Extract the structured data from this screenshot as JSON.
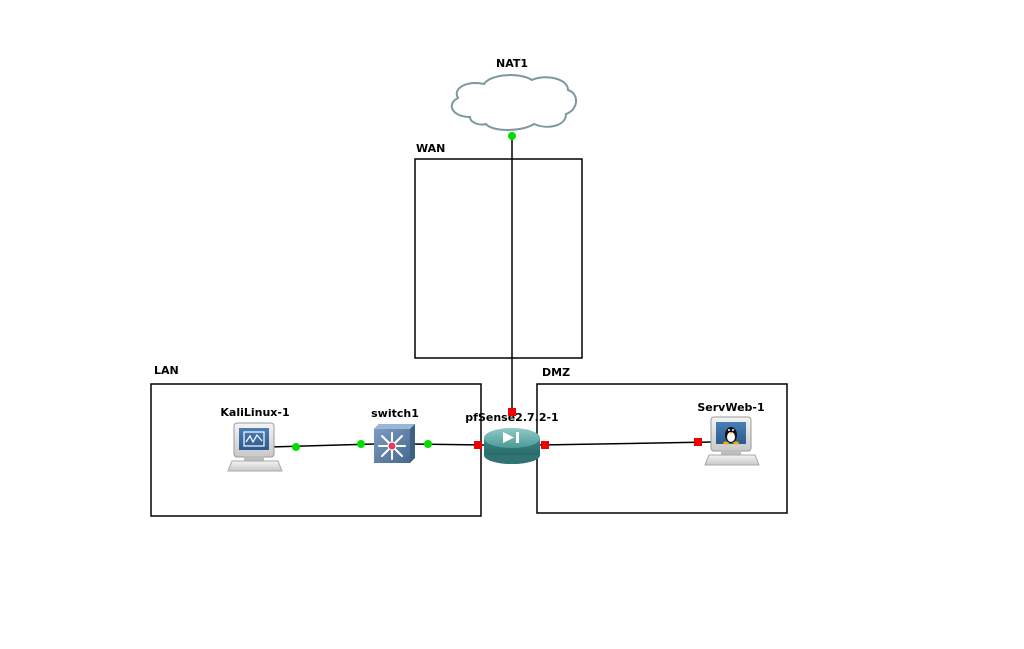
{
  "zones": {
    "wan": {
      "label": "WAN"
    },
    "lan": {
      "label": "LAN"
    },
    "dmz": {
      "label": "DMZ"
    }
  },
  "nodes": {
    "nat": {
      "label": "NAT1",
      "icon": "cloud-icon"
    },
    "kali": {
      "label": "KaliLinux-1",
      "icon": "kali-workstation-icon"
    },
    "switch": {
      "label": "switch1",
      "icon": "ethernet-switch-icon"
    },
    "pfsense": {
      "label": "pfSense2.7.2-1",
      "icon": "router-icon"
    },
    "servweb": {
      "label": "ServWeb-1",
      "icon": "linux-workstation-icon"
    }
  },
  "link_status_colors": {
    "up": "#00e000",
    "down": "#ee0000"
  },
  "colors": {
    "router": "#3f8f8d",
    "switch": "#5a7fa8",
    "cloud_stroke": "#7a9a9f"
  }
}
